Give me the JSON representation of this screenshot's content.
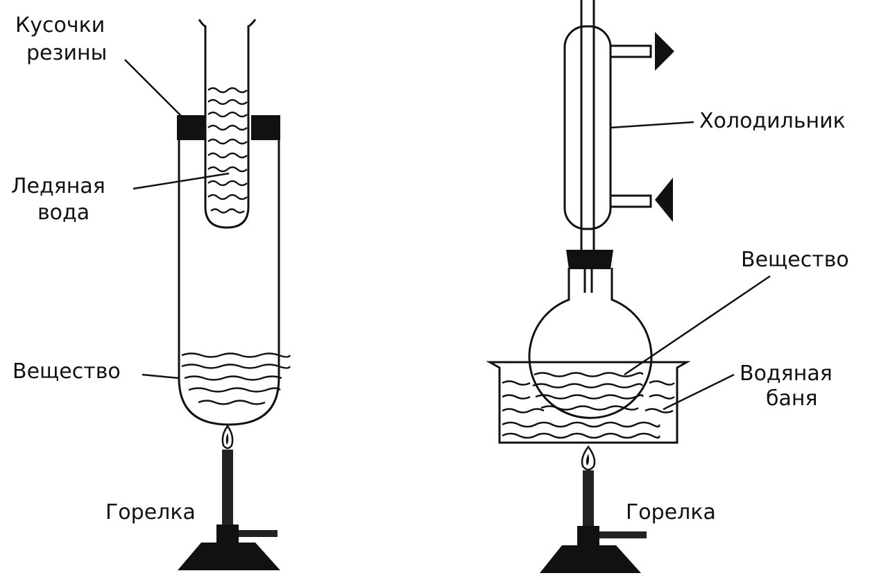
{
  "left_apparatus": {
    "labels": {
      "rubber": [
        "Кусочки",
        "резины"
      ],
      "ice_water": [
        "Ледяная",
        "вода"
      ],
      "substance": "Вещество",
      "burner": "Горелка"
    }
  },
  "right_apparatus": {
    "labels": {
      "condenser": "Холодильник",
      "substance": "Вещество",
      "water_bath": [
        "Водяная",
        "баня"
      ],
      "burner": "Горелка"
    }
  }
}
